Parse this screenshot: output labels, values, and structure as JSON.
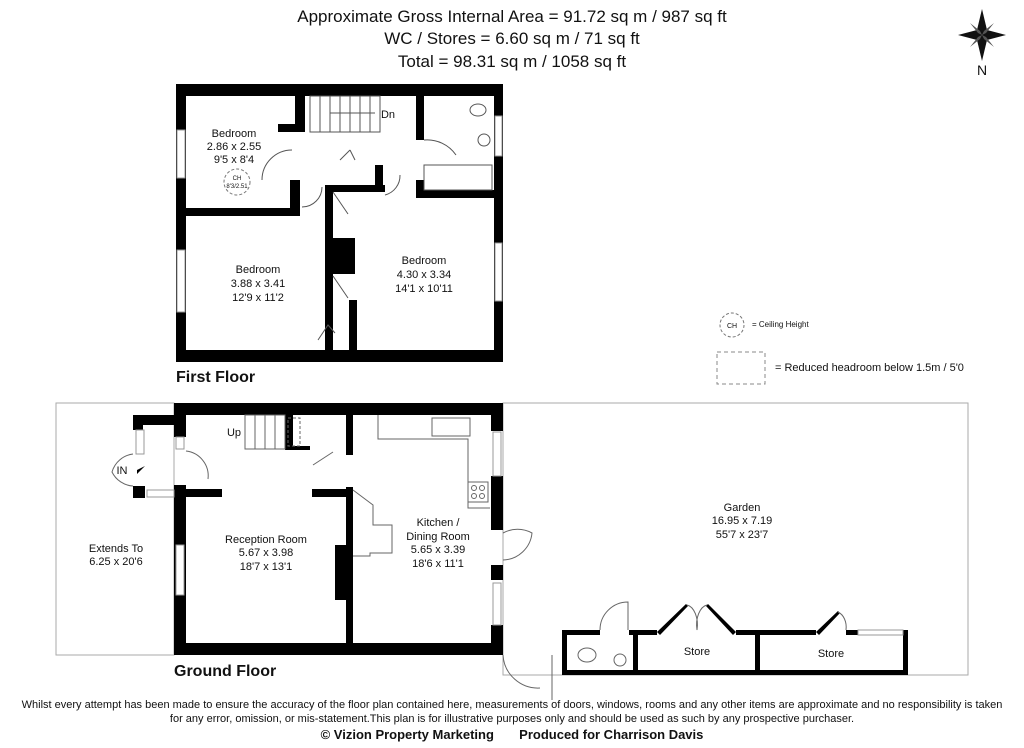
{
  "header": {
    "line1": "Approximate Gross Internal Area = 91.72 sq m / 987 sq ft",
    "line2": "WC / Stores = 6.60 sq m / 71 sq ft",
    "line3": "Total = 98.31 sq m / 1058 sq ft"
  },
  "compass": {
    "icon": "compass-rose-icon",
    "label": "N"
  },
  "first_floor": {
    "title": "First Floor",
    "rooms": [
      {
        "name": "Bedroom",
        "metric": "2.86 x 2.55",
        "imperial": "9'5 x 8'4",
        "ceiling": "8'3/2.51",
        "ch": "CH"
      },
      {
        "name": "Bedroom",
        "metric": "3.88 x 3.41",
        "imperial": "12'9 x 11'2"
      },
      {
        "name": "Bedroom",
        "metric": "4.30 x 3.34",
        "imperial": "14'1 x 10'11"
      }
    ],
    "stairs_label": "Dn"
  },
  "ground_floor": {
    "title": "Ground Floor",
    "reception": {
      "name": "Reception Room",
      "metric": "5.67 x 3.98",
      "imperial": "18'7 x 13'1"
    },
    "kitchen": {
      "name1": "Kitchen /",
      "name2": "Dining Room",
      "metric": "5.65 x 3.39",
      "imperial": "18'6 x 11'1"
    },
    "extends": {
      "name": "Extends To",
      "value": "6.25 x 20'6"
    },
    "garden": {
      "name": "Garden",
      "metric": "16.95 x 7.19",
      "imperial": "55'7 x 23'7"
    },
    "stores": [
      "Store",
      "Store"
    ],
    "stairs_label": "Up",
    "entrance_label": "IN"
  },
  "legend": {
    "ch": "CH",
    "ch_text": "= Ceiling Height",
    "reduced_text": "= Reduced headroom below 1.5m / 5'0"
  },
  "footer": {
    "disclaimer": "Whilst every attempt has been made to ensure the accuracy of the floor plan contained here, measurements of doors, windows, rooms and any other items are approximate and no responsibility is taken for any error, omission, or mis-statement.This plan is for illustrative purposes only and should be used as such by any prospective purchaser.",
    "copyright": "© Vizion Property Marketing",
    "produced": "Produced for Charrison Davis"
  }
}
